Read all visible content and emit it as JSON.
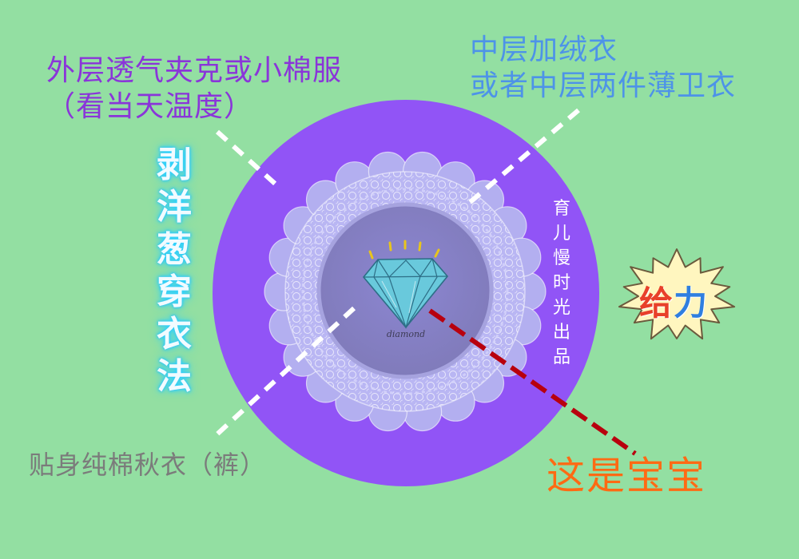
{
  "layers": {
    "outer": {
      "line1": "外层透气夹克或小棉服",
      "line2": "（看当天温度）"
    },
    "middle": {
      "line1": "中层加绒衣",
      "line2": "或者中层两件薄卫衣"
    },
    "inner": {
      "text": "贴身纯棉秋衣（裤）"
    },
    "baby": {
      "text": "这是宝宝"
    }
  },
  "title_vertical": [
    "剥",
    "洋",
    "葱",
    "穿",
    "衣",
    "法"
  ],
  "credit_vertical": [
    "育",
    "儿",
    "慢",
    "时",
    "光",
    "出",
    "品"
  ],
  "badge": {
    "char1": "给",
    "char2": "力"
  },
  "diamond": {
    "caption": "diamond"
  },
  "colors": {
    "background": "#93dfa2",
    "outer_circle": "#9154f6",
    "lace": "#b8b4f2",
    "center_disc": "#8b87c8",
    "outer_text": "#8a35d9",
    "middle_text": "#4d93e8",
    "inner_text": "#7b7b7b",
    "baby_text": "#ff6a14",
    "pointer_dashed": "#ffffff",
    "baby_pointer": "#b8000e"
  }
}
